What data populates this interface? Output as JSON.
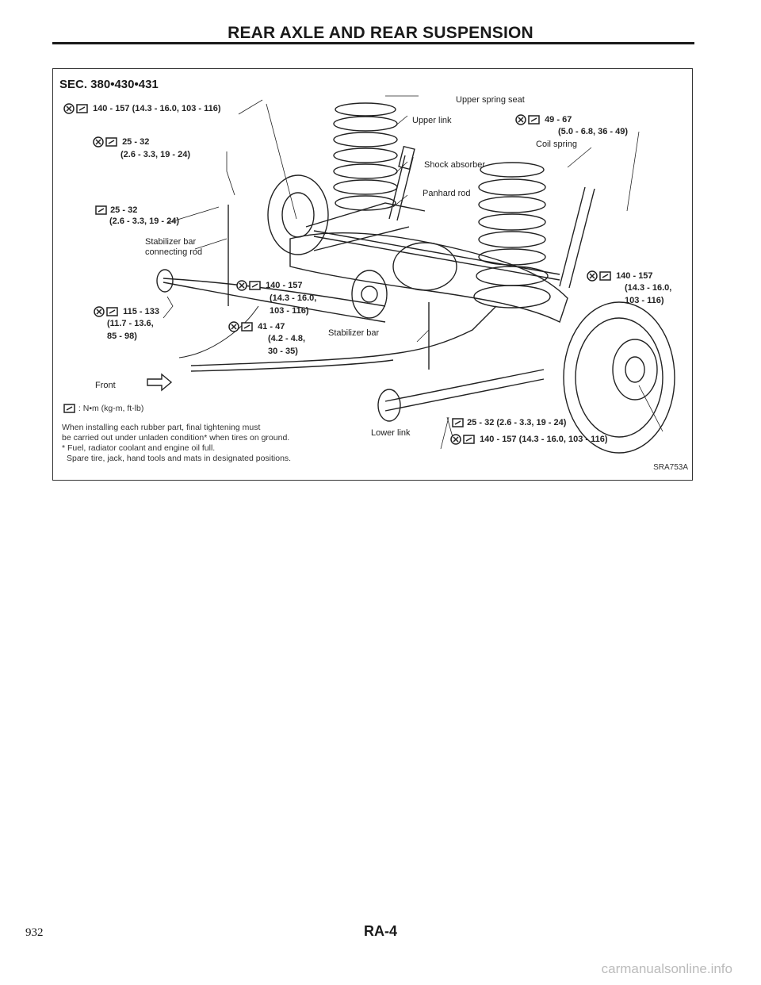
{
  "header": {
    "title": "REAR AXLE AND REAR SUSPENSION"
  },
  "section": "SEC. 380•430•431",
  "labels": {
    "upper_spring_seat": "Upper spring seat",
    "upper_link": "Upper link",
    "shock_absorber": "Shock absorber",
    "panhard_rod": "Panhard rod",
    "coil_spring": "Coil spring",
    "stabilizer_bar_connecting_rod_1": "Stabilizer bar",
    "stabilizer_bar_connecting_rod_2": "connecting rod",
    "stabilizer_bar": "Stabilizer bar",
    "lower_link": "Lower link",
    "front": "Front"
  },
  "torques": {
    "t1": "140 - 157 (14.3 - 16.0, 103 - 116)",
    "t2a": "25 - 32",
    "t2b": "(2.6 - 3.3, 19 - 24)",
    "t3a": "25 - 32",
    "t3b": "(2.6 - 3.3, 19 - 24)",
    "t4a": "115 - 133",
    "t4b": "(11.7 - 13.6,",
    "t4c": "85 - 98)",
    "t5a": "140 - 157",
    "t5b": "(14.3 - 16.0,",
    "t5c": "103 - 116)",
    "t6a": "41 - 47",
    "t6b": "(4.2 - 4.8,",
    "t6c": "30 - 35)",
    "t7a": "49 - 67",
    "t7b": "(5.0 - 6.8, 36 - 49)",
    "t8a": "140 - 157",
    "t8b": "(14.3 - 16.0,",
    "t8c": "103 - 116)",
    "t9": "25 - 32 (2.6 - 3.3, 19 - 24)",
    "t10": "140 - 157 (14.3 - 16.0, 103 - 116)"
  },
  "notes": {
    "unit": ": N•m (kg-m, ft-lb)",
    "line1": "When installing each rubber part, final tightening must",
    "line2": "be carried out under unladen condition* when tires on ground.",
    "line3": "* Fuel, radiator coolant and engine oil full.",
    "line4": "Spare tire, jack, hand tools and mats in designated positions."
  },
  "figure_id": "SRA753A",
  "footer": {
    "page_number": "932",
    "page_code": "RA-4",
    "watermark": "carmanualsonline.info"
  },
  "icons": [
    "replace-bolt-icon",
    "torque-wrench-icon",
    "front-arrow-icon"
  ]
}
